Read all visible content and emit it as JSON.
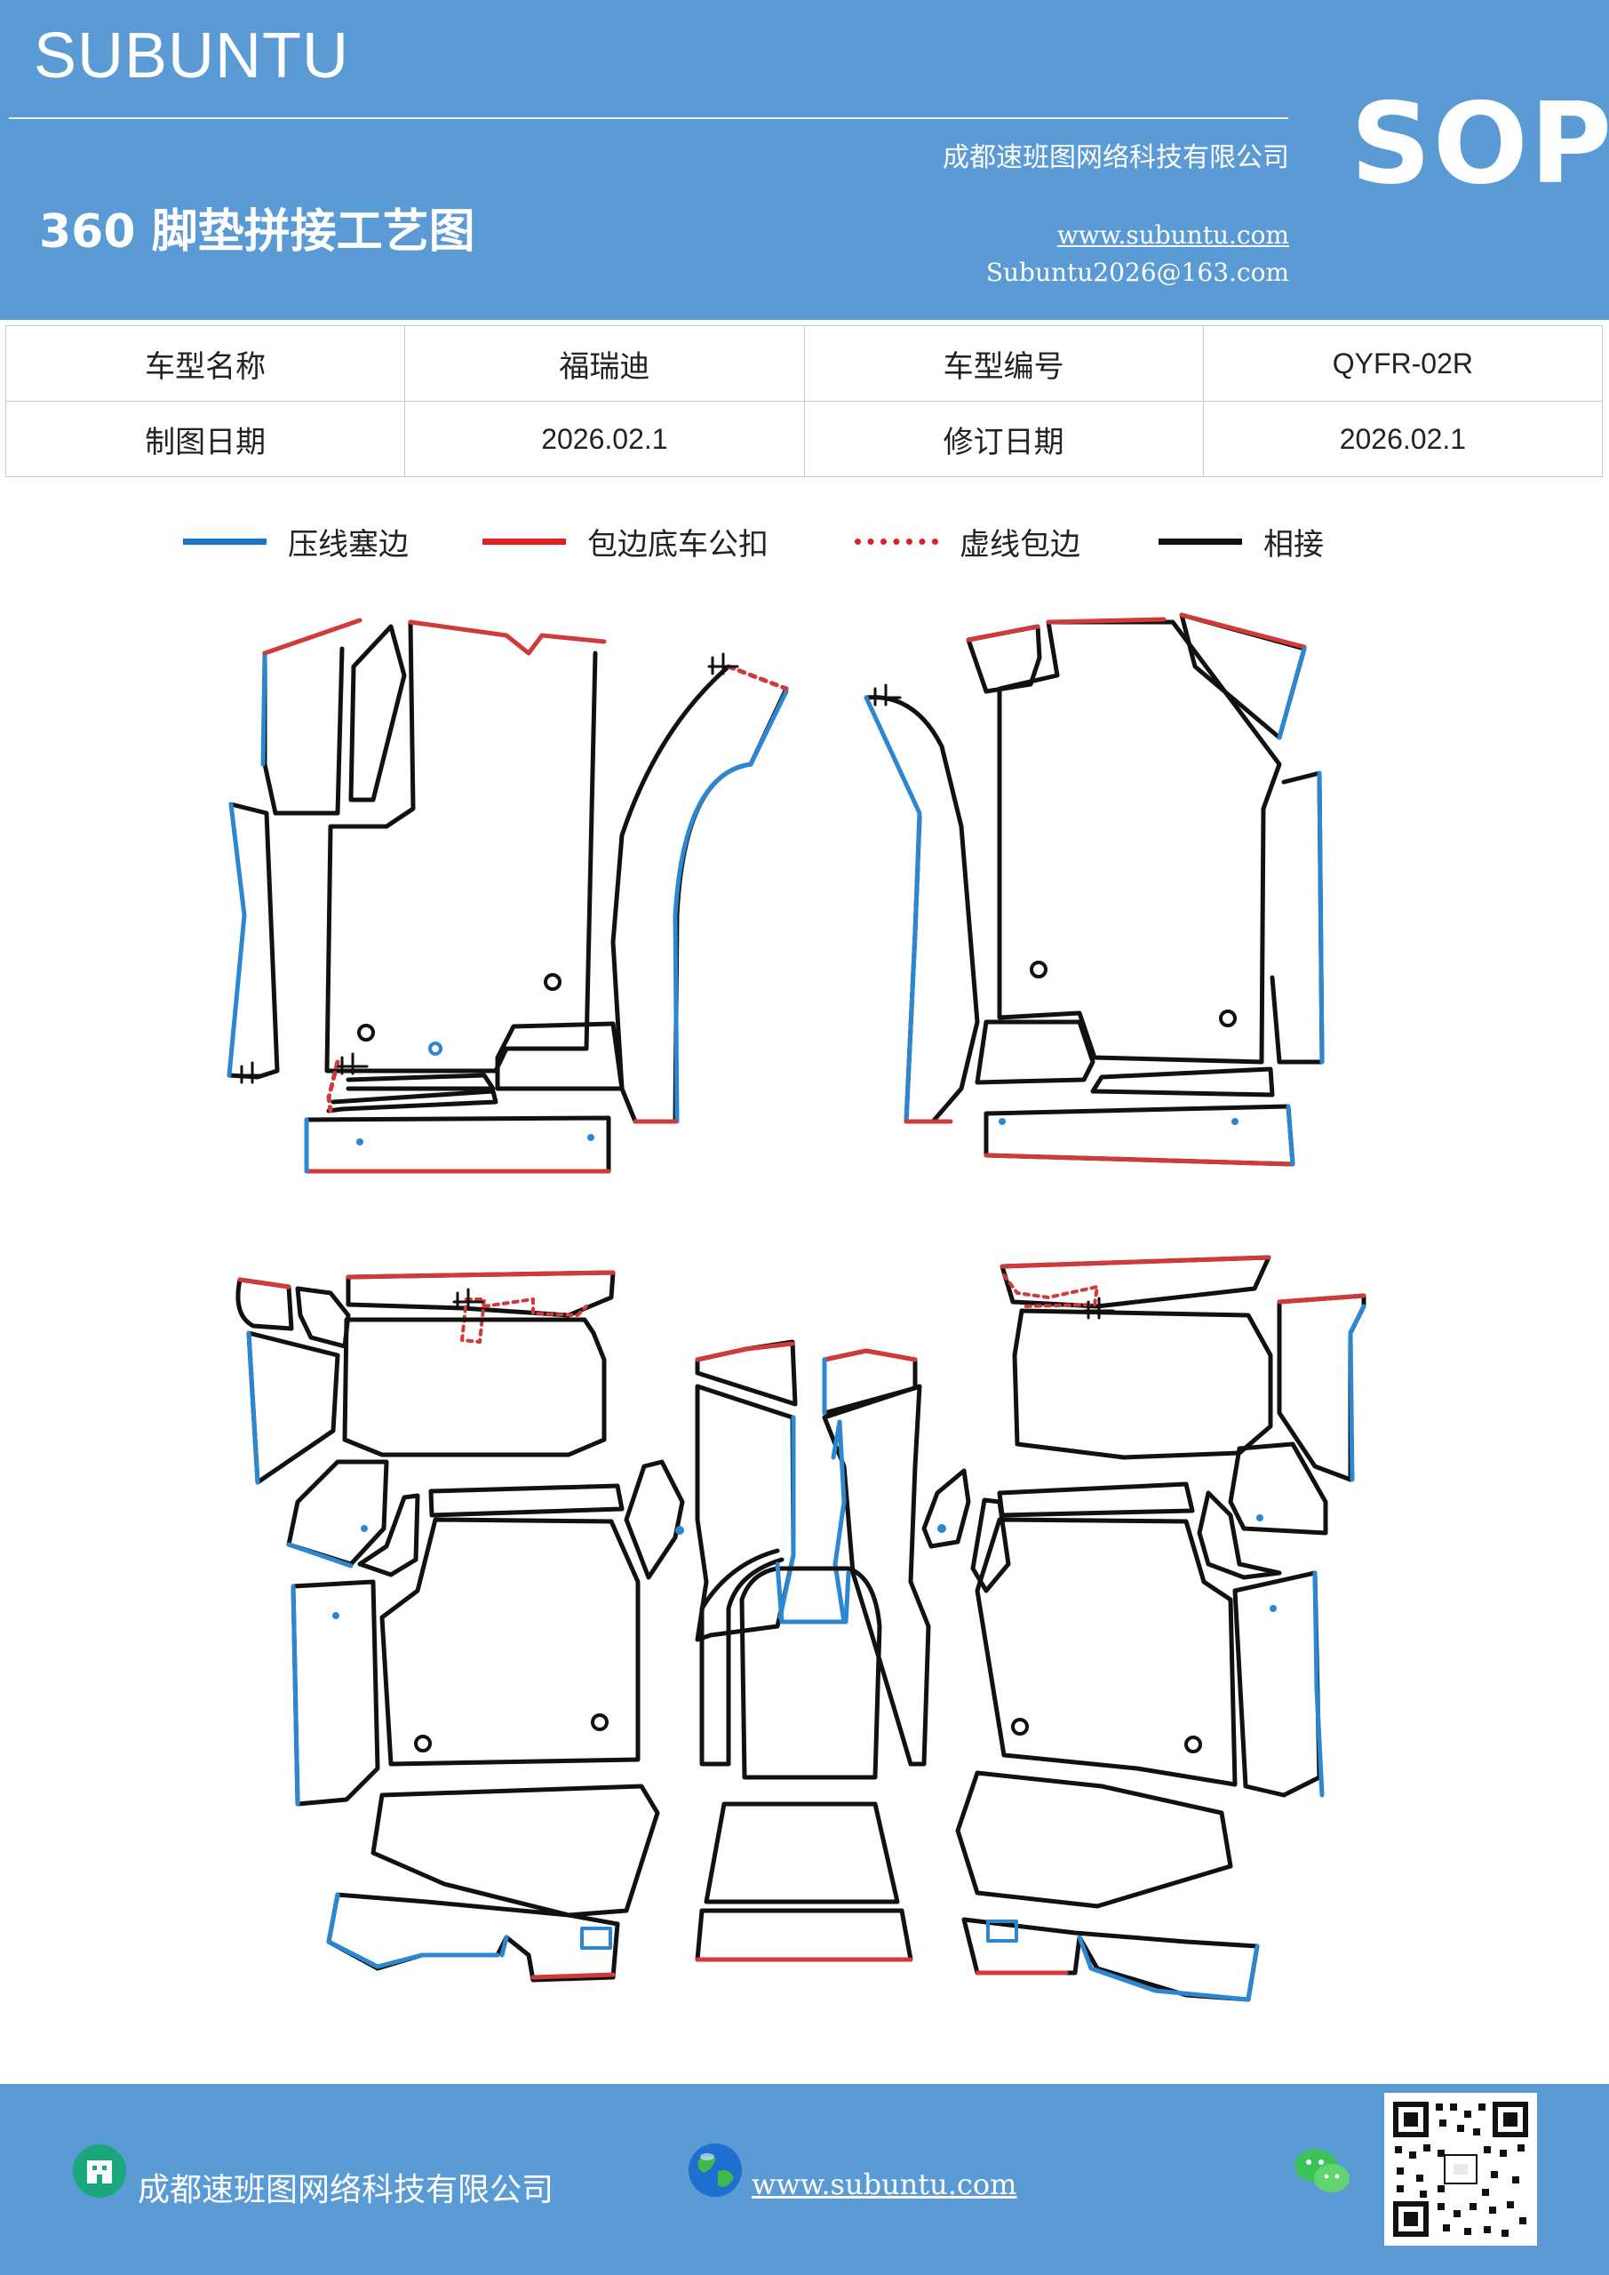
{
  "header": {
    "brand": "SUBUNTU",
    "company": "成都速班图网络科技有限公司",
    "title": "360 脚垫拼接工艺图",
    "website": "www.subuntu.com",
    "email": "Subuntu2026@163.com",
    "badge": "SOP"
  },
  "info_table": {
    "rows": [
      {
        "label1": "车型名称",
        "value1": "福瑞迪",
        "label2": "车型编号",
        "value2": "QYFR-02R"
      },
      {
        "label1": "制图日期",
        "value1": "2026.02.1",
        "label2": "修订日期",
        "value2": "2026.02.1"
      }
    ]
  },
  "legend": [
    {
      "label": "压线塞边",
      "color": "#1a75c8",
      "style": "solid"
    },
    {
      "label": "包边底车公扣",
      "color": "#e02020",
      "style": "solid"
    },
    {
      "label": "虚线包边",
      "color": "#e02020",
      "style": "dotted"
    },
    {
      "label": "相接",
      "color": "#111111",
      "style": "solid"
    }
  ],
  "colors": {
    "header_bg": "#5b9bd5",
    "press": "#2c87d0",
    "wrap": "#d03a3a",
    "join": "#111111"
  },
  "footer": {
    "company": "成都速班图网络科技有限公司",
    "website": "www.subuntu.com",
    "icons": [
      "building-icon",
      "globe-icon",
      "wechat-icon",
      "qr-code"
    ]
  }
}
